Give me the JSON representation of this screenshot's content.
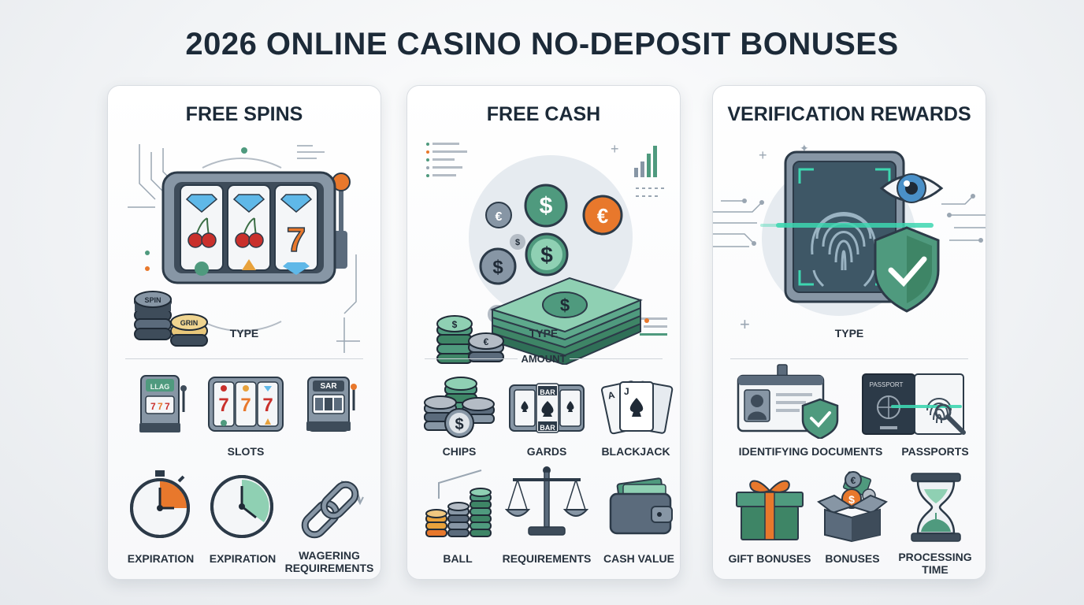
{
  "title": "2026 ONLINE CASINO NO-DEPOSIT BONUSES",
  "colors": {
    "steel": "#5b6b7c",
    "dark": "#2c3a48",
    "green": "#4f9a7e",
    "orange": "#e8782c",
    "red": "#c9302c",
    "teal": "#3dd6b0"
  },
  "panels": [
    {
      "title": "FREE SPINS",
      "hero_icon": "slot-machine-icon",
      "chip_labels": [
        "SPIN",
        "GRIN"
      ],
      "type_label": "TYPE",
      "row1": [
        {
          "icon": "small-slot-machine-icon",
          "label": "",
          "screen": "LLAG"
        },
        {
          "icon": "slot-reels-777-icon",
          "label": "SLOTS"
        },
        {
          "icon": "bar-slot-machine-icon",
          "label": "",
          "screen": "SAR"
        }
      ],
      "row2": [
        {
          "icon": "stopwatch-icon",
          "label": "EXPIRATION"
        },
        {
          "icon": "clock-icon",
          "label": "EXPIRATION"
        },
        {
          "icon": "chain-link-icon",
          "label": "WAGERING REQUIREMENTS"
        }
      ]
    },
    {
      "title": "FREE CASH",
      "hero_icon": "cash-stack-icon",
      "type_label": "TYPE",
      "divider_label": "AMOUNT",
      "row1": [
        {
          "icon": "chips-stack-icon",
          "label": "CHIPS"
        },
        {
          "icon": "bar-cards-icon",
          "label": "GARDS",
          "bar_text": "BAR"
        },
        {
          "icon": "playing-cards-icon",
          "label": "BLACKJACK"
        }
      ],
      "row2": [
        {
          "icon": "coin-columns-icon",
          "label": "BALL"
        },
        {
          "icon": "balance-scale-icon",
          "label": "REQUIREMENTS"
        },
        {
          "icon": "wallet-icon",
          "label": "CASH VALUE"
        }
      ]
    },
    {
      "title": "VERIFICATION REWARDS",
      "hero_icon": "fingerprint-scanner-icon",
      "type_label": "TYPE",
      "row1": [
        {
          "icon": "id-card-icon",
          "label": "IDENTIFYING DOCUMENTS"
        },
        {
          "icon": "passport-icon",
          "label": "PASSPORTS",
          "doc_text": "PASSPORT"
        }
      ],
      "row2": [
        {
          "icon": "gift-box-icon",
          "label": "GIFT BONUSES"
        },
        {
          "icon": "bonus-box-icon",
          "label": "BONUSES"
        },
        {
          "icon": "hourglass-icon",
          "label": "PROCESSING TIME"
        }
      ]
    }
  ]
}
